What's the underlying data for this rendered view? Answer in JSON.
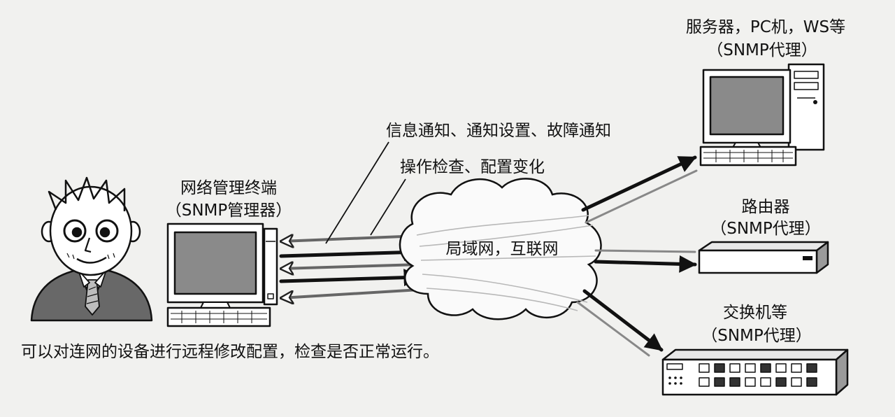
{
  "diagram": {
    "manager": {
      "name": "网络管理终端",
      "role": "（SNMP管理器）"
    },
    "agents": [
      {
        "name": "服务器，PC机，WS等",
        "role": "（SNMP代理）",
        "icon": "server-icon"
      },
      {
        "name": "路由器",
        "role": "（SNMP代理）",
        "icon": "router-icon"
      },
      {
        "name": "交换机等",
        "role": "（SNMP代理）",
        "icon": "switch-icon"
      }
    ],
    "network_label": "局域网，互联网",
    "messages": {
      "line1": "信息通知、通知设置、故障通知",
      "line2": "操作检查、配置变化"
    },
    "caption": "可以对连网的设备进行远程修改配置，检查是否正常运行。",
    "colors": {
      "ink": "#111111",
      "screen": "#8a8a8a",
      "tie": "#777777",
      "background": "#f1f1ef"
    }
  }
}
